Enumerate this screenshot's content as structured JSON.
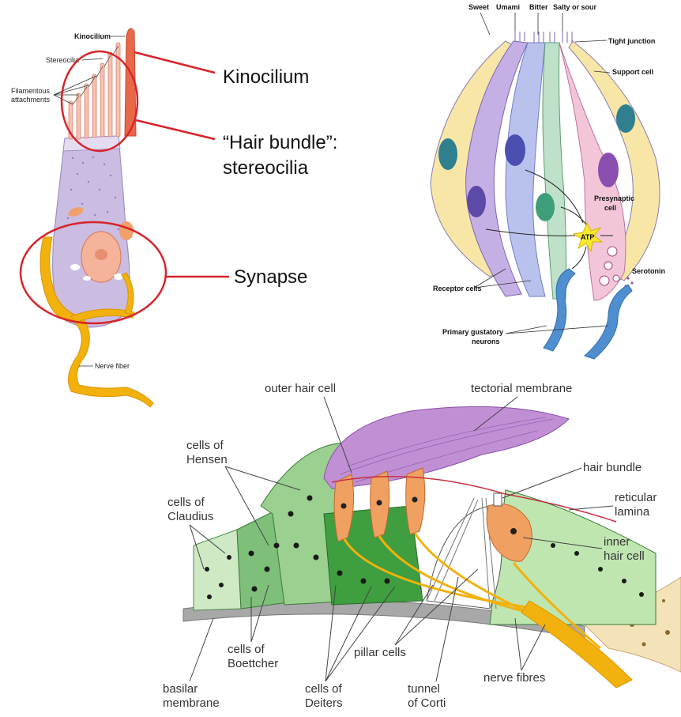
{
  "hair_cell": {
    "labels": {
      "kinocilium": "Kinocilium",
      "stereocilia": "Stereocilia",
      "filamentous_1": "Filamentous",
      "filamentous_2": "attachments",
      "nerve_fiber": "Nerve fiber"
    },
    "callouts": {
      "kinocilium": "Kinocilium",
      "hair_bundle_1": "“Hair bundle”:",
      "hair_bundle_2": "stereocilia",
      "synapse": "Synapse"
    }
  },
  "taste_bud": {
    "tastes": [
      "Sweet",
      "Umami",
      "Bitter",
      "Salty or sour"
    ],
    "labels": {
      "tight_junction": "Tight junction",
      "support_cell": "Support cell",
      "presynaptic_1": "Presynaptic",
      "presynaptic_2": "cell",
      "atp": "ATP",
      "serotonin": "Serotonin",
      "receptor_cells": "Receptor cells",
      "gustatory_1": "Primary gustatory",
      "gustatory_2": "neurons"
    }
  },
  "organ_of_corti": {
    "labels": {
      "outer_hair_cell": "outer hair cell",
      "tectorial_membrane": "tectorial membrane",
      "hensen_1": "cells of",
      "hensen_2": "Hensen",
      "hair_bundle": "hair bundle",
      "reticular_1": "reticular",
      "reticular_2": "lamina",
      "claudius_1": "cells of",
      "claudius_2": "Claudius",
      "inner_1": "inner",
      "inner_2": "hair cell",
      "boettcher_1": "cells of",
      "boettcher_2": "Boettcher",
      "pillar_cells": "pillar cells",
      "nerve_fibres": "nerve fibres",
      "basilar_1": "basilar",
      "basilar_2": "membrane",
      "deiters_1": "cells of",
      "deiters_2": "Deiters",
      "tunnel_1": "tunnel",
      "tunnel_2": "of Corti"
    }
  },
  "colors": {
    "callout_red": "#d8232a",
    "cell_purple": "#c9b8e0",
    "nerve_yellow": "#f2b10c",
    "support_yellow": "#f7e6a6",
    "receptor_blue": "#b9c2ec",
    "receptor_green": "#bfe0c9",
    "presynaptic_pink": "#f2c6d8",
    "neuron_blue": "#4f8fd0",
    "tectorial_violet": "#c08fd4",
    "corti_green": "#3f9e3f",
    "hair_orange": "#f0a060"
  }
}
